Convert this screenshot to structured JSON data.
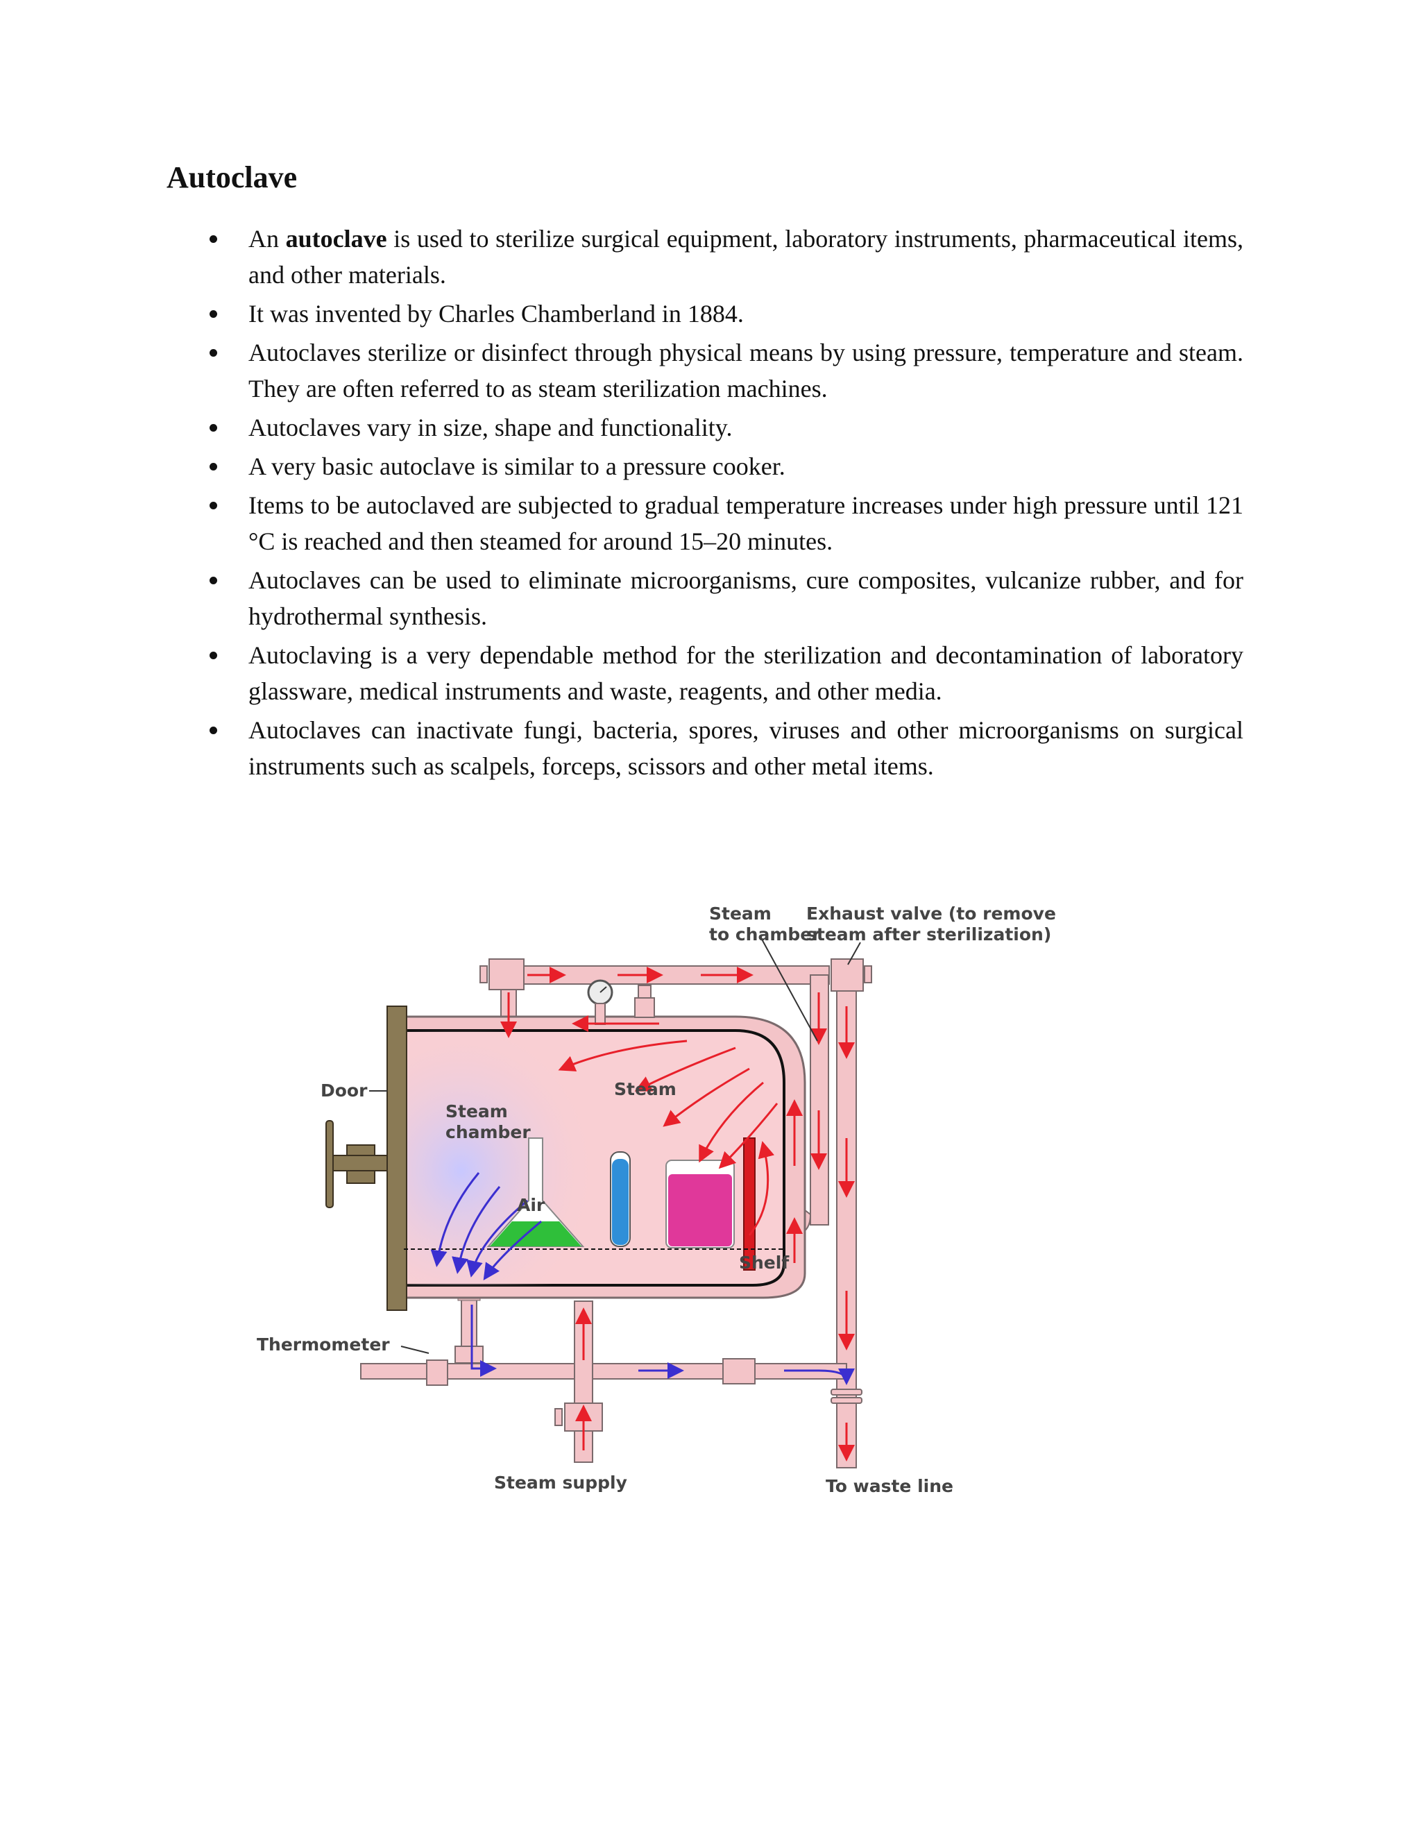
{
  "document": {
    "title": "Autoclave",
    "bullets": [
      {
        "pre": "An ",
        "bold": "autoclave",
        "post": " is used to sterilize surgical equipment, laboratory instruments, pharmaceutical items, and other materials."
      },
      {
        "pre": "It was invented by Charles Chamberland in 1884.",
        "bold": "",
        "post": ""
      },
      {
        "pre": "Autoclaves sterilize or disinfect through physical means by using pressure, temperature and steam. They are often referred to as steam sterilization machines.",
        "bold": "",
        "post": ""
      },
      {
        "pre": "Autoclaves vary in size, shape and functionality.",
        "bold": "",
        "post": ""
      },
      {
        "pre": "A very basic autoclave is similar to a pressure cooker.",
        "bold": "",
        "post": ""
      },
      {
        "pre": "Items to be autoclaved are subjected to gradual temperature increases under high pressure until 121 °C is reached and then steamed for around 15–20 minutes.",
        "bold": "",
        "post": ""
      },
      {
        "pre": "Autoclaves can be used to eliminate microorganisms, cure composites, vulcanize rubber, and for hydrothermal synthesis.",
        "bold": "",
        "post": ""
      },
      {
        "pre": "Autoclaving is a very dependable method for the sterilization and decontamination of laboratory glassware, medical instruments and waste, reagents, and other media.",
        "bold": "",
        "post": ""
      },
      {
        "pre": "Autoclaves can inactivate fungi, bacteria, spores, viruses and other microorganisms on surgical instruments such as scalpels, forceps, scissors and other metal items.",
        "bold": "",
        "post": ""
      }
    ]
  },
  "diagram": {
    "labels": {
      "steam_to_chamber_1": "Steam",
      "steam_to_chamber_2": "to chamber",
      "exhaust_1": "Exhaust valve (to remove",
      "exhaust_2": "steam after sterilization)",
      "door": "Door",
      "steam": "Steam",
      "steam_chamber_1": "Steam",
      "steam_chamber_2": "chamber",
      "air": "Air",
      "shelf": "Shelf",
      "thermometer": "Thermometer",
      "steam_supply": "Steam supply",
      "waste_line": "To waste line"
    },
    "colors": {
      "pipe": "#f3c4c8",
      "chamber": "#f9cfd3",
      "steam_arrow": "#e8202a",
      "air_arrow": "#3b2fd0",
      "door": "#8a7a55",
      "liquid_green": "#2fbf3a",
      "liquid_blue": "#2f8fd8",
      "liquid_pink": "#e0389a"
    }
  }
}
